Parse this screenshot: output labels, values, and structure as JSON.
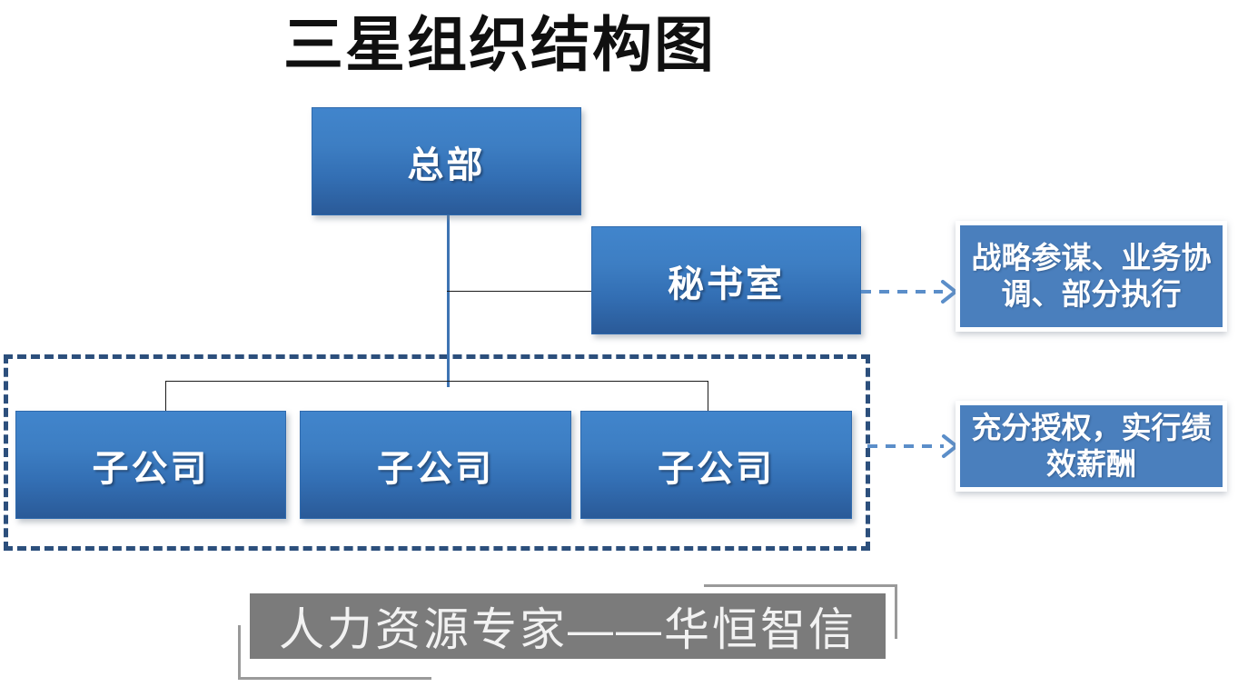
{
  "slide": {
    "title": "三星组织结构图",
    "background_color": "#ffffff"
  },
  "colors": {
    "box_gradient_top": "#4185cc",
    "box_gradient_bottom": "#2a5a98",
    "callout_fill": "#4a7fbd",
    "dashed_group_border": "#2c4f7c",
    "connector_blue": "#3e74b3",
    "connector_black": "#1a1a1a",
    "footer_banner_fill": "#7b7b7b",
    "footer_bracket": "#9a9a9a",
    "box_text": "#ffffff",
    "title_text": "#101010"
  },
  "org_chart": {
    "headquarters": {
      "label": "总部"
    },
    "secretary_office": {
      "label": "秘书室"
    },
    "subsidiaries": [
      {
        "label": "子公司"
      },
      {
        "label": "子公司"
      },
      {
        "label": "子公司"
      }
    ]
  },
  "callouts": [
    {
      "id": "secretary-callout",
      "label": "战略参谋、业务协调、部分执行",
      "points_to": "秘书室"
    },
    {
      "id": "subsidiary-callout",
      "label": "充分授权，实行绩效薪酬",
      "points_to": "子公司"
    }
  ],
  "footer": {
    "label": "人力资源专家——华恒智信"
  }
}
